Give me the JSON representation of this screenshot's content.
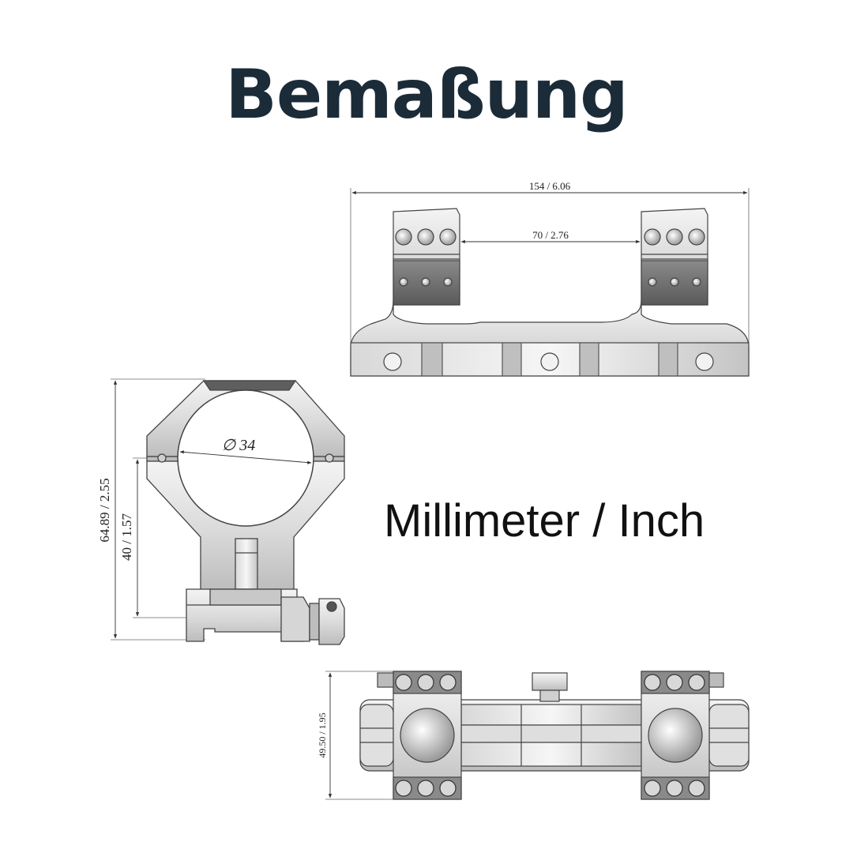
{
  "title": "Bemaßung",
  "units_label": "Millimeter / Inch",
  "dimensions": {
    "overall_length": "154 / 6.06",
    "ring_spacing": "70 / 2.76",
    "ring_diameter": "∅ 34",
    "total_height": "64.89 / 2.55",
    "center_height": "40 / 1.57",
    "base_width": "49.50 / 1.95"
  },
  "colors": {
    "title": "#1b2b38",
    "metal_light": "#ececec",
    "metal_mid": "#cfcfcf",
    "metal_dark": "#6e6e6e",
    "outline": "#444444"
  }
}
